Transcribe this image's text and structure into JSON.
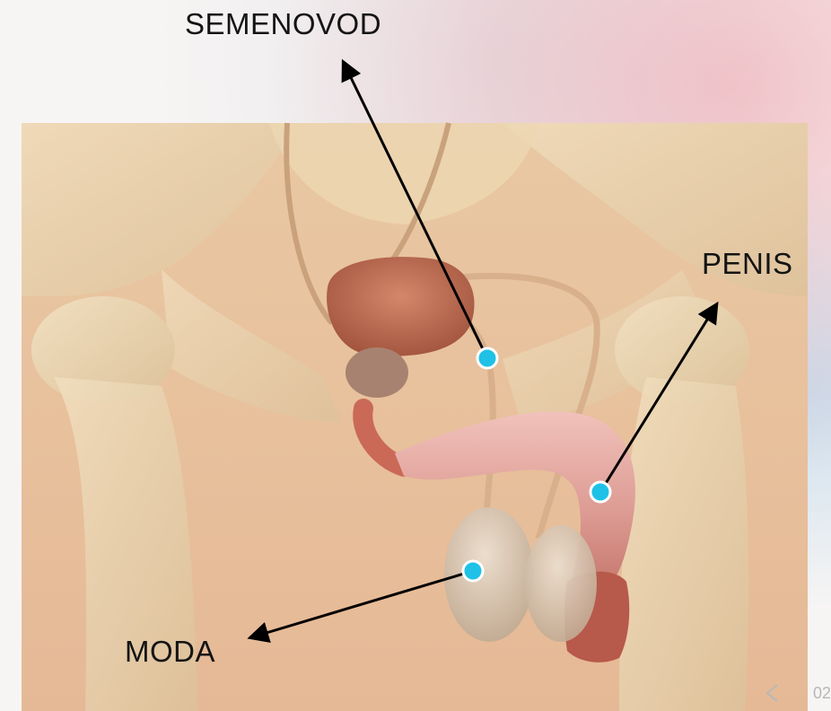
{
  "labels": {
    "semenovod": "SEMENOVOD",
    "penis": "PENIS",
    "moda": "MODA"
  },
  "page_number": "02",
  "icons": {
    "page_back": "chevron-left-icon",
    "marker": "circle-marker-icon",
    "arrow": "arrow-icon"
  },
  "colors": {
    "marker_fill": "#1fc1e6",
    "marker_stroke": "#ffffff",
    "arrow": "#000000",
    "text": "#141414"
  }
}
